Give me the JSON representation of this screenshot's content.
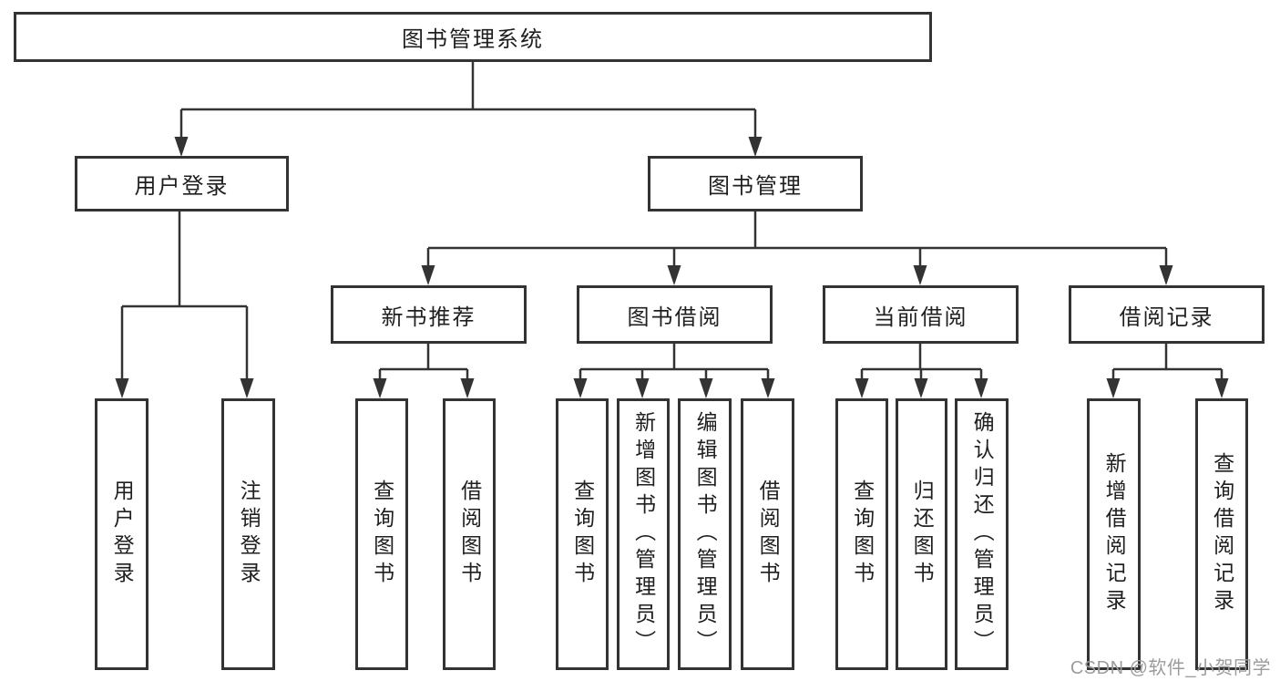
{
  "colors": {
    "line": "#333333",
    "box_border": "#333333",
    "text": "#1f1f1f",
    "background": "#ffffff",
    "watermark": "#9c9c9c"
  },
  "diagram": {
    "root": {
      "label": "图书管理系统"
    },
    "branches": [
      {
        "label": "用户登录",
        "children": [
          "用户登录",
          "注销登录"
        ]
      },
      {
        "label": "图书管理",
        "children": [
          {
            "label": "新书推荐",
            "children": [
              "查询图书",
              "借阅图书"
            ]
          },
          {
            "label": "图书借阅",
            "children": [
              "查询图书",
              "新增图书（管理员）",
              "编辑图书（管理员）",
              "借阅图书"
            ]
          },
          {
            "label": "当前借阅",
            "children": [
              "查询图书",
              "归还图书",
              "确认归还（管理员）"
            ]
          },
          {
            "label": "借阅记录",
            "children": [
              "新增借阅记录",
              "查询借阅记录"
            ]
          }
        ]
      }
    ]
  },
  "watermark": {
    "text": "CSDN @软件_小贺同学"
  }
}
